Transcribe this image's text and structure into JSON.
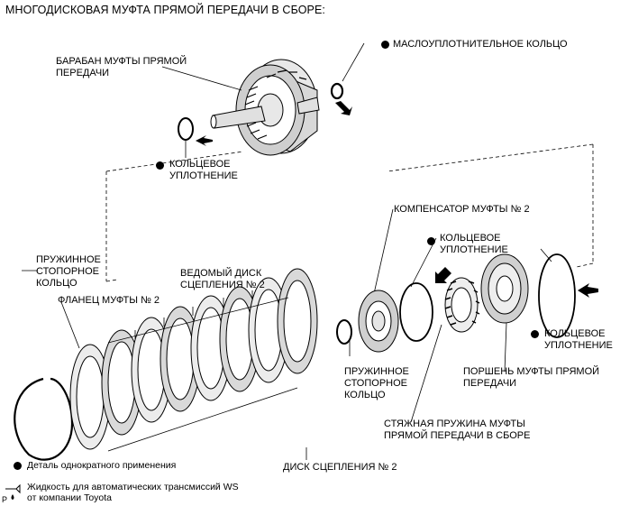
{
  "title": "МНОГОДИСКОВАЯ МУФТА ПРЯМОЙ ПЕРЕДАЧИ В СБОРЕ:",
  "labels": {
    "drum": "БАРАБАН МУФТЫ ПРЯМОЙ\nПЕРЕДАЧИ",
    "oil_seal_ring": "МАСЛОУПЛОТНИТЕЛЬНОЕ КОЛЬЦО",
    "o_ring_top": "КОЛЬЦЕВОЕ\nУПЛОТНЕНИЕ",
    "compensator": "КОМПЕНСАТОР МУФТЫ № 2",
    "o_ring_mid": "КОЛЬЦЕВОЕ\nУПЛОТНЕНИЕ",
    "snap_ring_left": "ПРУЖИННОЕ\nСТОПОРНОЕ\nКОЛЬЦО",
    "flange": "ФЛАНЕЦ МУФТЫ № 2",
    "driven_disc": "ВЕДОМЫЙ ДИСК\nСЦЕПЛЕНИЯ № 2",
    "o_ring_right": "КОЛЬЦЕВОЕ\nУПЛОТНЕНИЕ",
    "snap_ring_mid": "ПРУЖИННОЕ\nСТОПОРНОЕ\nКОЛЬЦО",
    "piston": "ПОРШЕНЬ МУФТЫ ПРЯМОЙ\nПЕРЕДАЧИ",
    "spring": "СТЯЖНАЯ ПРУЖИНА МУФТЫ\nПРЯМОЙ ПЕРЕДАЧИ В СБОРЕ",
    "clutch_disc": "ДИСК СЦЕПЛЕНИЯ № 2"
  },
  "legend": {
    "single_use": "Деталь однократного применения",
    "fluid": "Жидкость для автоматических трансмиссий WS\nот компании Toyota",
    "fluid_symbol": "P"
  }
}
